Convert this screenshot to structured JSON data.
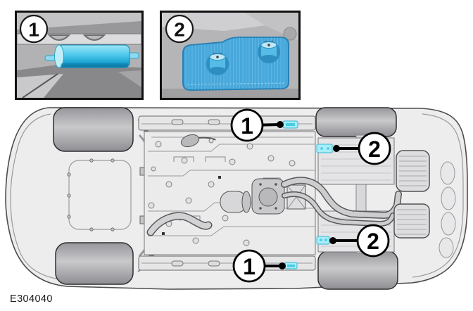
{
  "figure": {
    "code": "E304040"
  },
  "insets": {
    "box1": {
      "label": "1"
    },
    "box2": {
      "label": "2"
    }
  },
  "callouts": {
    "top_sill_label": "1",
    "top_plate_label": "2",
    "bottom_plate_label": "2",
    "bottom_sill_label": "1"
  },
  "colors": {
    "jack_pad_cyan": "#4cc8ec",
    "support_plate_blue": "#46a8db",
    "marker_cyan": "#a7edf8",
    "marker_cyan_dark": "#49cbe2",
    "callout_line": "#000000",
    "body_gray": "#ededee",
    "inset_background": "#b2b2b5"
  }
}
